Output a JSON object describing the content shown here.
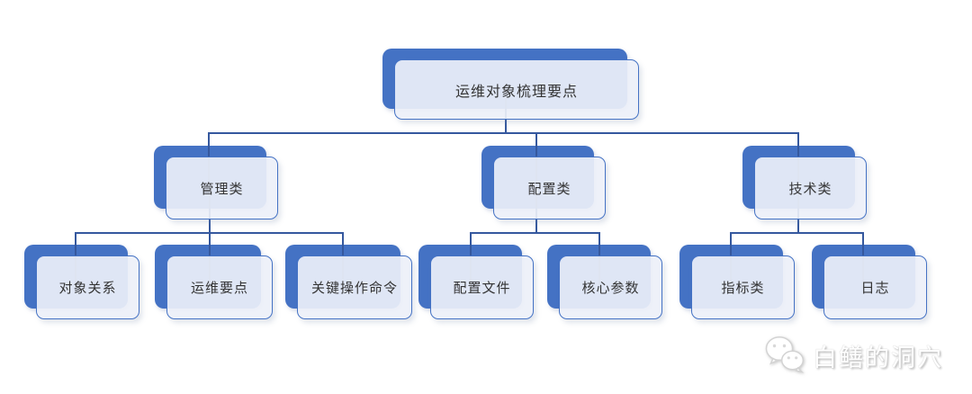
{
  "diagram": {
    "type": "org-tree",
    "title": "运维对象梳理要点",
    "colors": {
      "node_back": "#4472C4",
      "node_fill": "#EDF0F9",
      "node_border": "#4472C4",
      "connector": "#35589E",
      "text": "#333333"
    }
  },
  "tree": {
    "label": "运维对象梳理要点",
    "children": [
      {
        "label": "管理类",
        "children": [
          {
            "label": "对象关系"
          },
          {
            "label": "运维要点"
          },
          {
            "label": "关键操作命令"
          }
        ]
      },
      {
        "label": "配置类",
        "children": [
          {
            "label": "配置文件"
          },
          {
            "label": "核心参数"
          }
        ]
      },
      {
        "label": "技术类",
        "children": [
          {
            "label": "指标类"
          },
          {
            "label": "日志"
          }
        ]
      }
    ]
  },
  "watermark": {
    "label": "白鳝的洞穴",
    "icon": "wechat-icon"
  }
}
